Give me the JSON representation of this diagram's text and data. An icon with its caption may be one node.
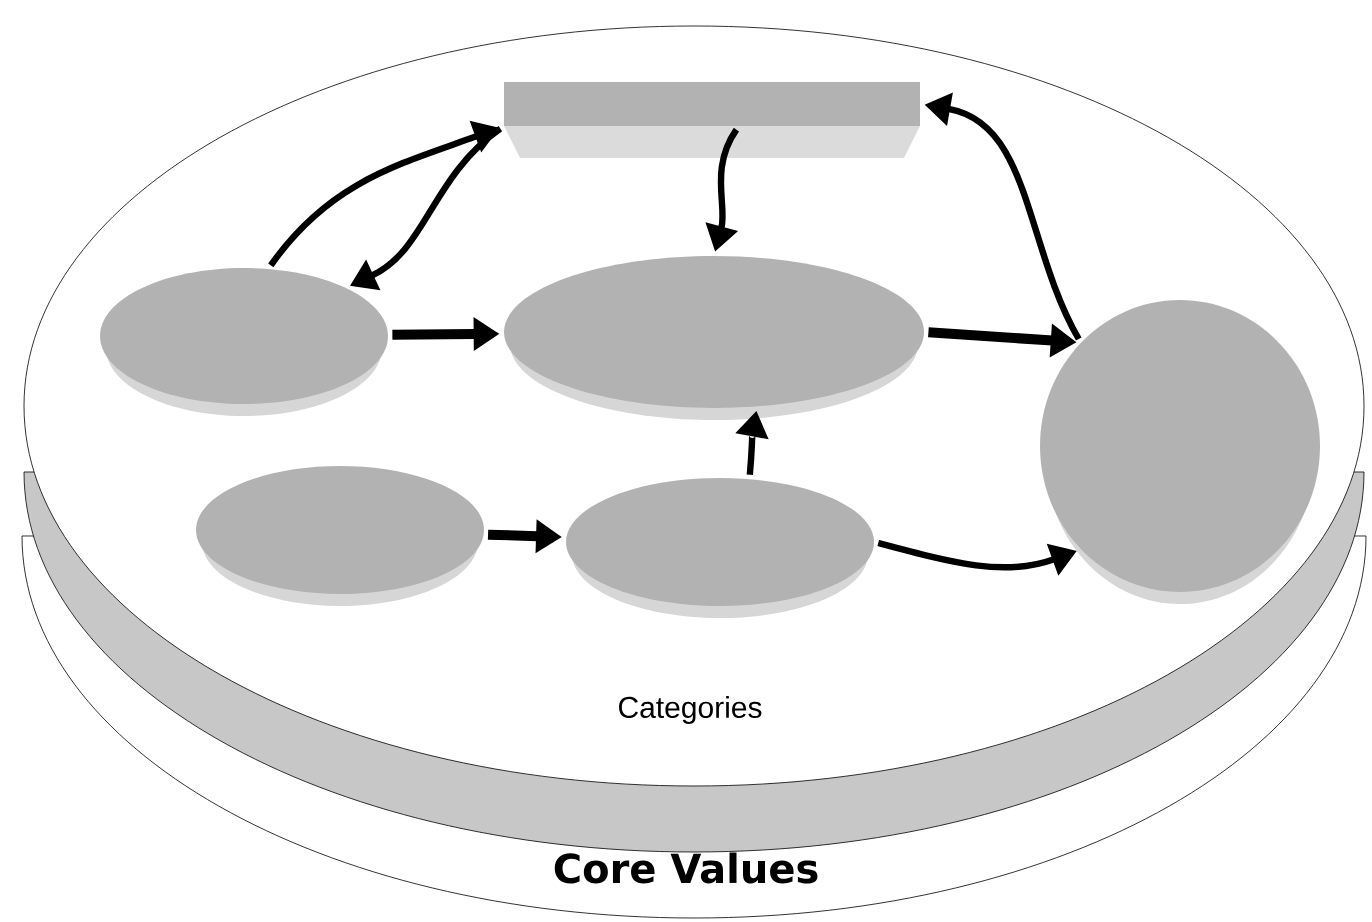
{
  "diagram": {
    "nodes": [
      {
        "text": [
          "Categories"
        ]
      },
      {
        "text": [],
        "shape": "box",
        "in": 0
      },
      {
        "text": [],
        "shape": "ellipse",
        "in": 0
      },
      {
        "text": [],
        "shape": "ellipse",
        "in": 0
      },
      {
        "text": [],
        "shape": "circle",
        "in": 0
      },
      {
        "text": [],
        "shape": "ellipse",
        "in": 0
      },
      {
        "text": [],
        "shape": "ellipse",
        "in": 0
      }
    ],
    "edges": [
      {
        "from": 2,
        "to": 1,
        "arrow": "to"
      },
      {
        "from": 1,
        "to": 2,
        "arrow": "to"
      },
      {
        "from": 1,
        "to": 3,
        "arrow": "to"
      },
      {
        "from": 4,
        "to": 1,
        "arrow": "to"
      },
      {
        "from": 2,
        "to": 3,
        "arrow": "to"
      },
      {
        "from": 3,
        "to": 4,
        "arrow": "to"
      },
      {
        "from": 5,
        "to": 6,
        "arrow": "to"
      },
      {
        "from": 6,
        "to": 3,
        "arrow": "to"
      },
      {
        "from": 6,
        "to": 4,
        "arrow": "to"
      }
    ],
    "labels": [
      "Core Values"
    ]
  }
}
